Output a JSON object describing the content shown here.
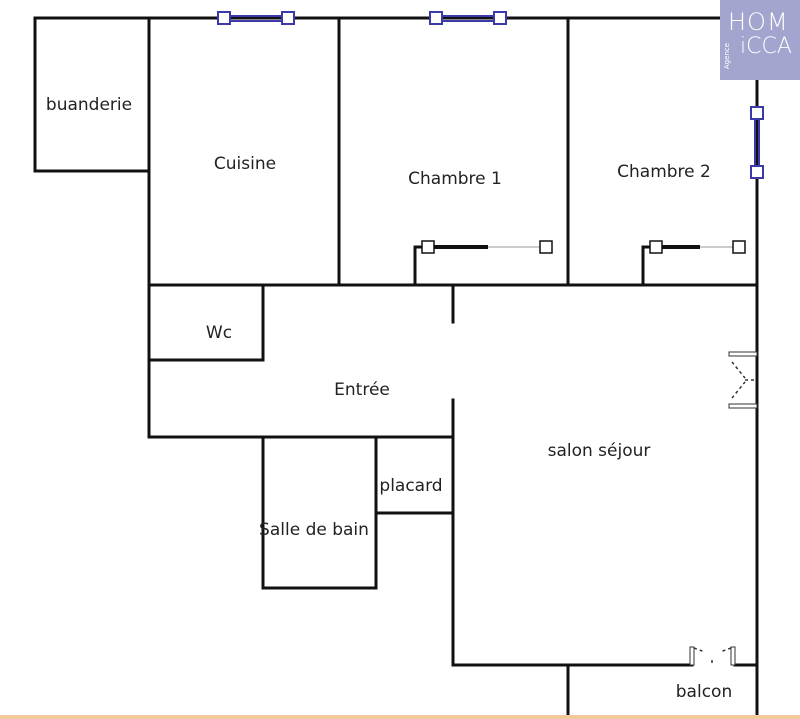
{
  "rooms": {
    "buanderie": "buanderie",
    "cuisine": "Cuisine",
    "chambre1": "Chambre 1",
    "chambre2": "Chambre 2",
    "wc": "Wc",
    "entree": "Entrée",
    "salon": "salon séjour",
    "placard": "placard",
    "salle_de_bain": "Salle de bain",
    "balcon": "balcon"
  },
  "logo": {
    "line1": "HOM",
    "line2": "iCCA",
    "side": "Agence"
  },
  "colors": {
    "wall": "#111111",
    "window": "#3a3aa8",
    "logo_bg": "#a3a5cf",
    "bottom_bar": "#f2c99a"
  }
}
